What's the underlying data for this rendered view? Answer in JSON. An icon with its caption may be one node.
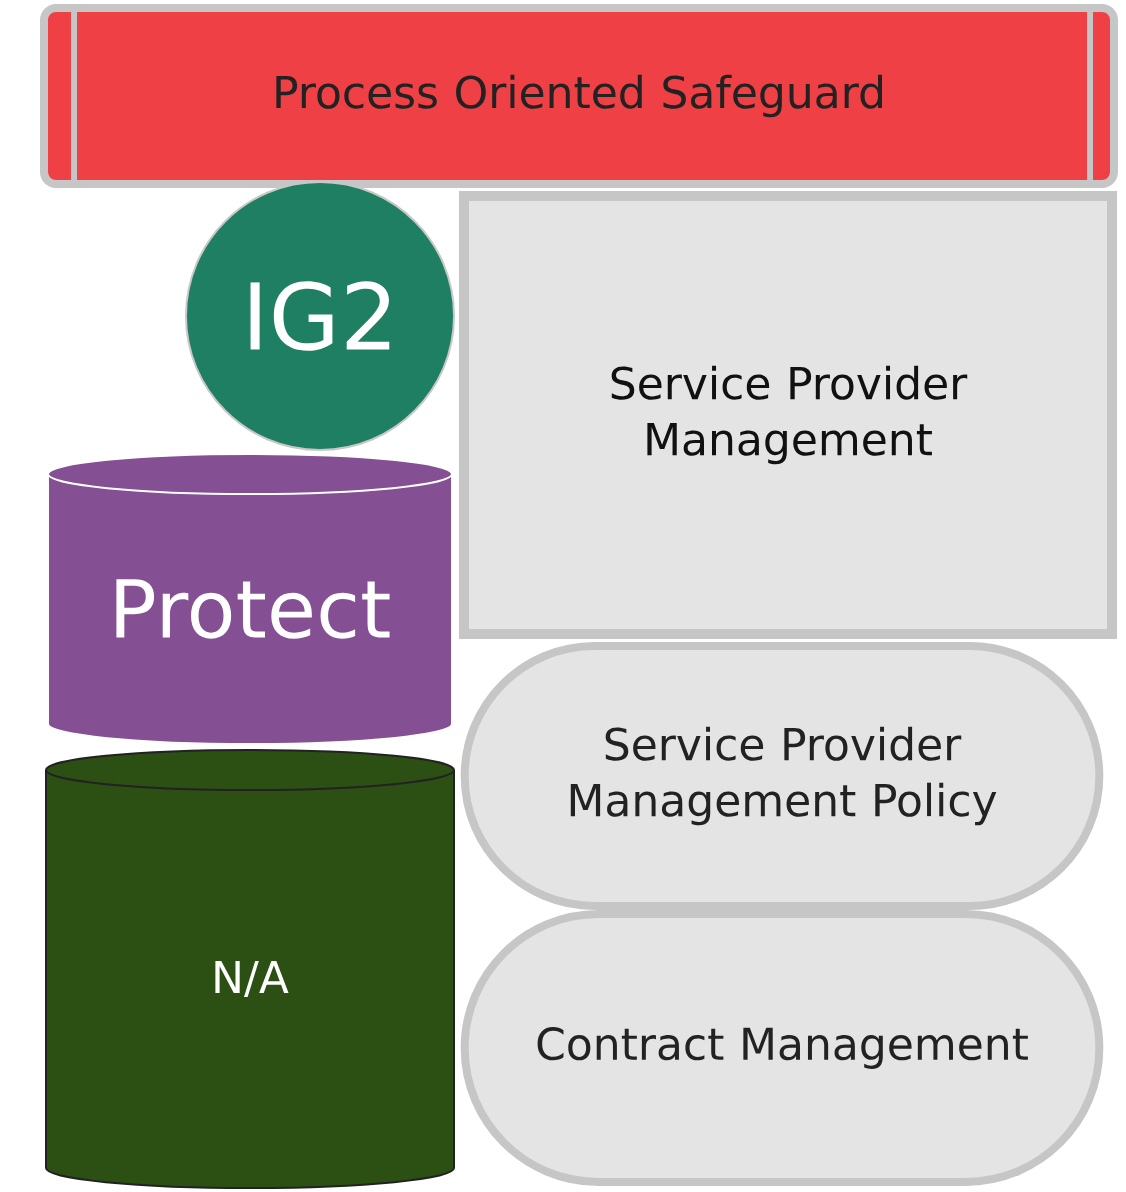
{
  "diagram": {
    "nodes": [
      {
        "text": [
          "Process Oriented Safeguard"
        ]
      },
      {
        "text": [
          "IG2"
        ]
      },
      {
        "text": [
          "Service Provider Management"
        ]
      },
      {
        "text": [
          "Protect"
        ]
      },
      {
        "text": [
          "Service Provider Management Policy"
        ]
      },
      {
        "text": [
          "N/A"
        ]
      },
      {
        "text": [
          "Contract Management"
        ]
      }
    ]
  }
}
